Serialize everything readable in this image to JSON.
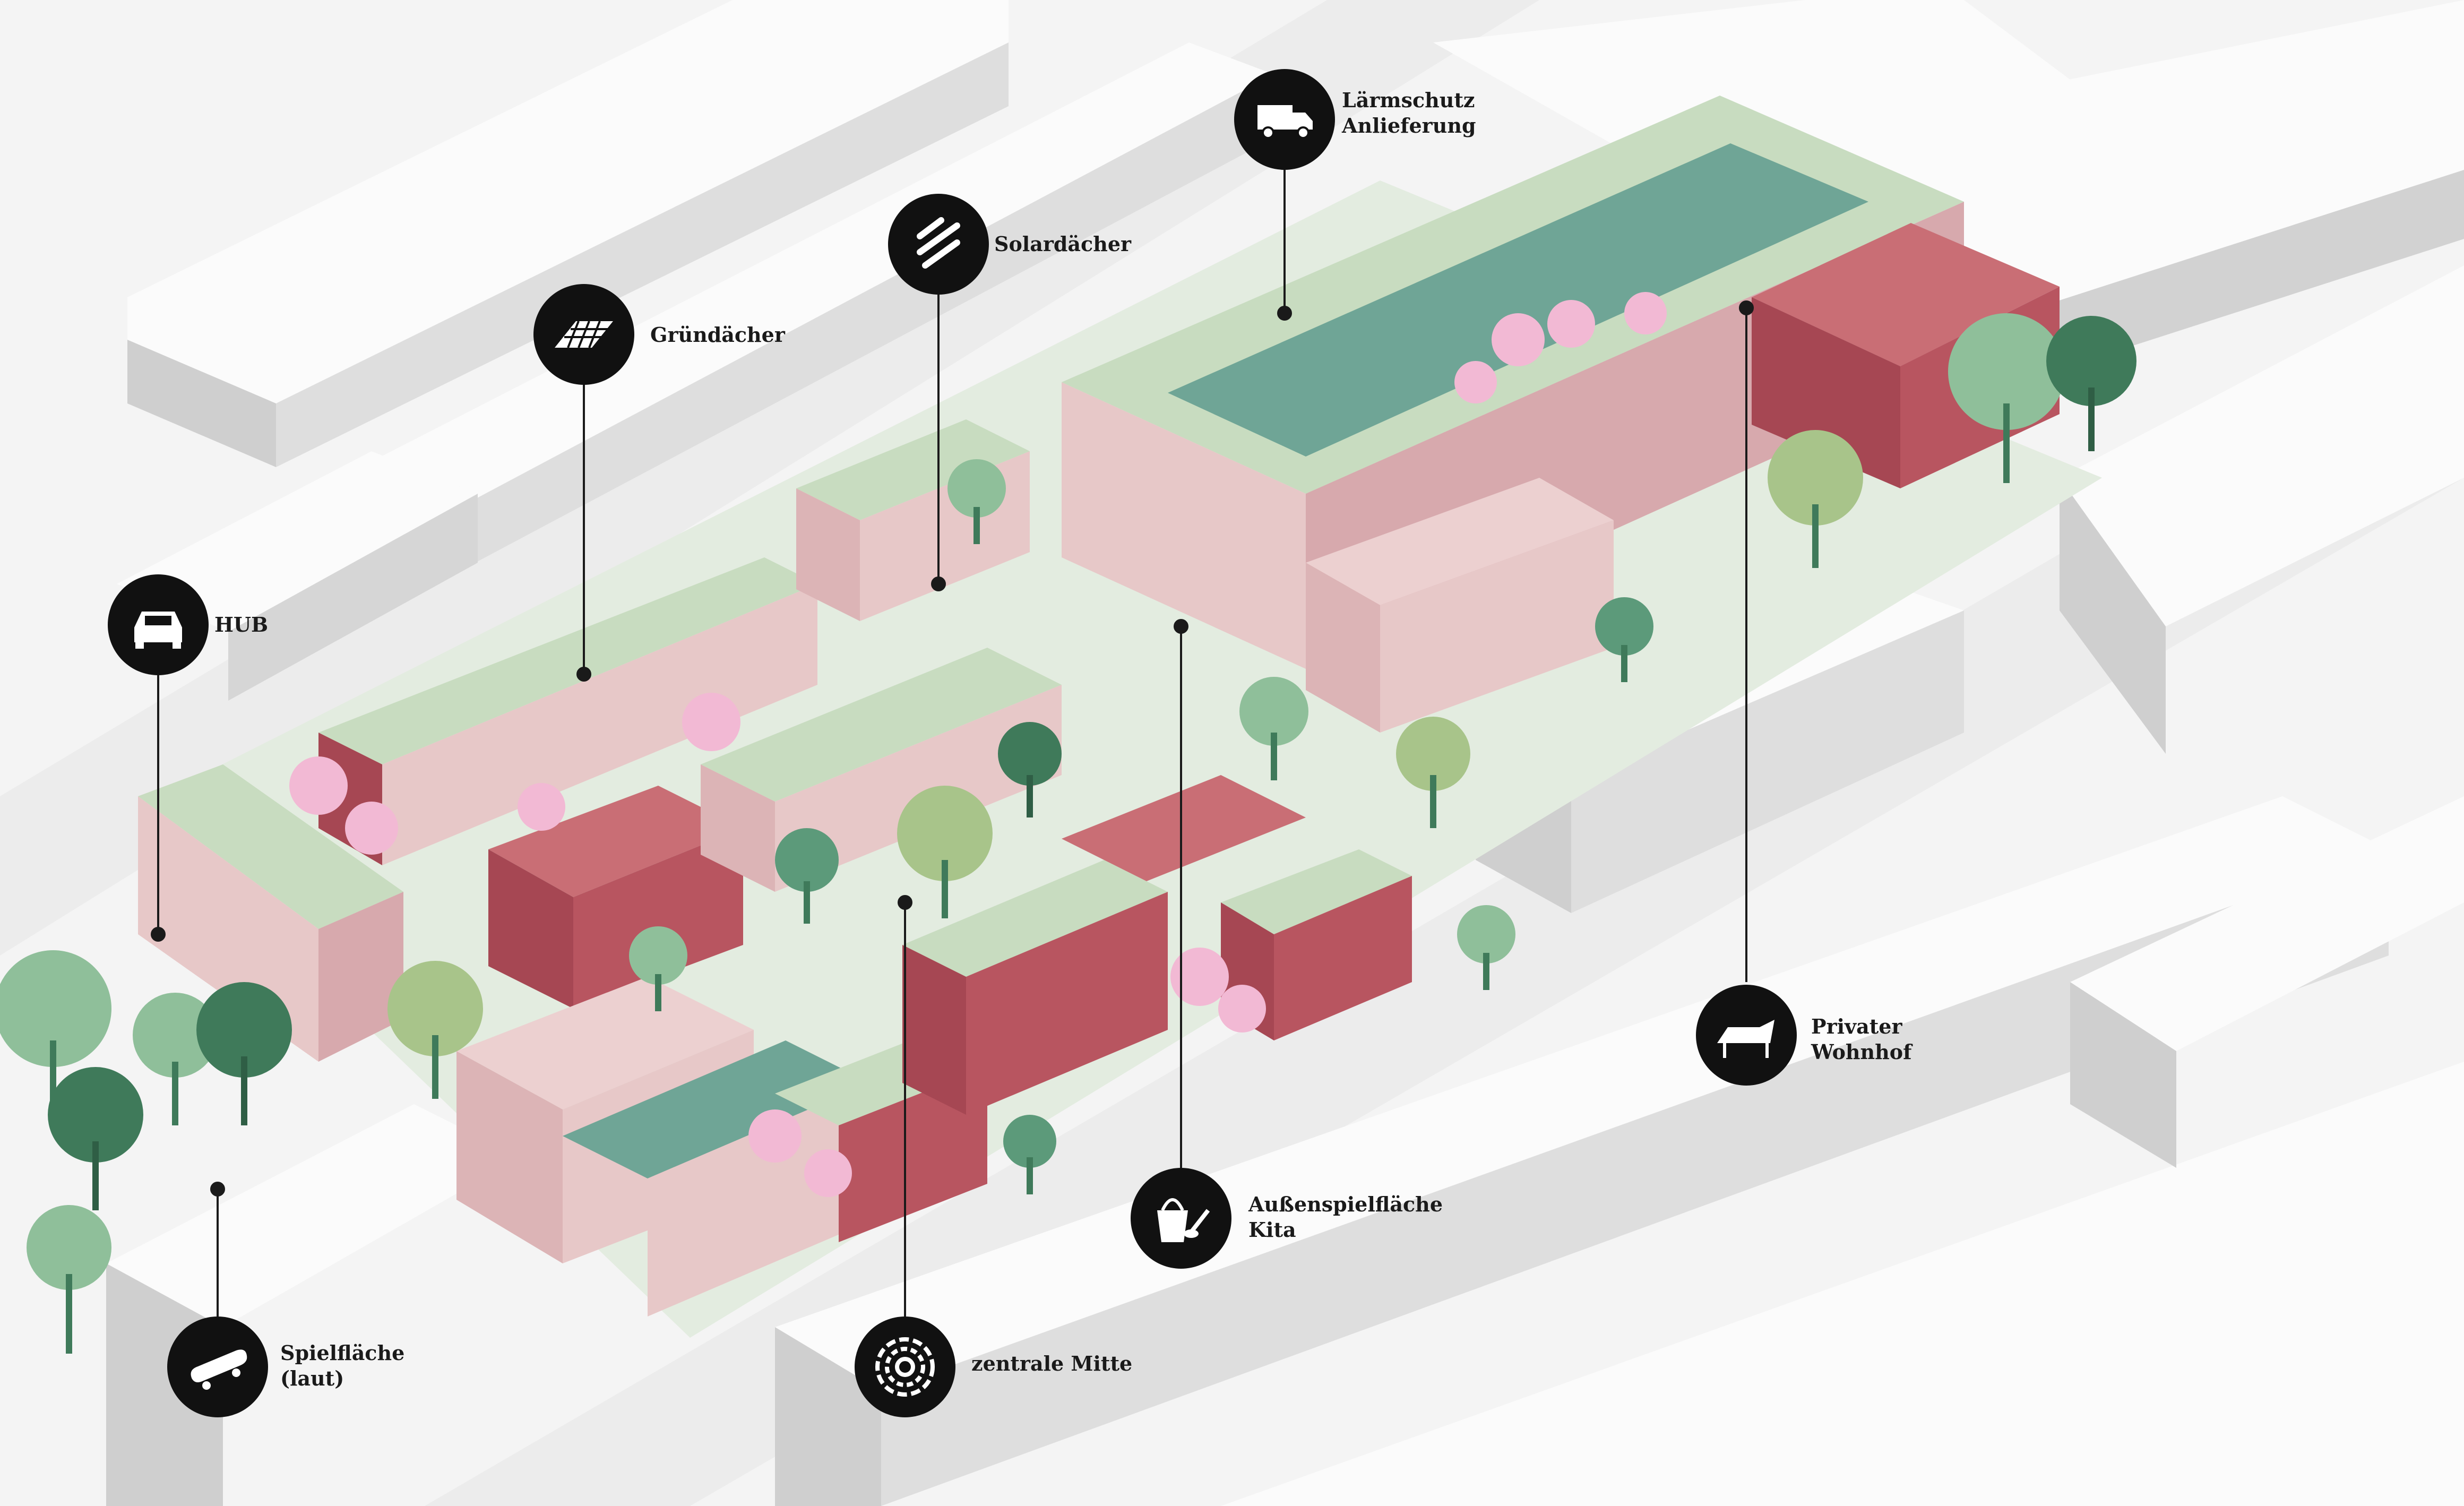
{
  "colors": {
    "background": "#f4f4f4",
    "context_building_top": "#fbfbfb",
    "context_building_side": "#c9c9c9",
    "red_building": "#b85560",
    "pink_building": "#e7c8c8",
    "roof_green": "#c8dcc0",
    "solar_green": "#6fa596",
    "tree_dark": "#3f7a5a",
    "tree_light": "#8fbf9a",
    "tree_pink": "#f2b9d4",
    "badge": "#111111"
  },
  "annotations": [
    {
      "id": "laermschutz",
      "icon": "truck-icon",
      "lines": [
        "Lärmschutz",
        "Anlieferung"
      ]
    },
    {
      "id": "solar",
      "icon": "solar-panel-icon",
      "lines": [
        "Solardächer"
      ]
    },
    {
      "id": "gruen",
      "icon": "green-roof-icon",
      "lines": [
        "Gründächer"
      ]
    },
    {
      "id": "hub",
      "icon": "car-icon",
      "lines": [
        "HUB"
      ]
    },
    {
      "id": "wohnhof",
      "icon": "sun-lounger-icon",
      "lines": [
        "Privater",
        "Wohnhof"
      ]
    },
    {
      "id": "kita",
      "icon": "bucket-shovel-icon",
      "lines": [
        "Außenspielfläche",
        "Kita"
      ]
    },
    {
      "id": "mitte",
      "icon": "central-circle-icon",
      "lines": [
        "zentrale Mitte"
      ]
    },
    {
      "id": "spiel",
      "icon": "skateboard-icon",
      "lines": [
        "Spielfläche",
        "(laut)"
      ]
    }
  ]
}
